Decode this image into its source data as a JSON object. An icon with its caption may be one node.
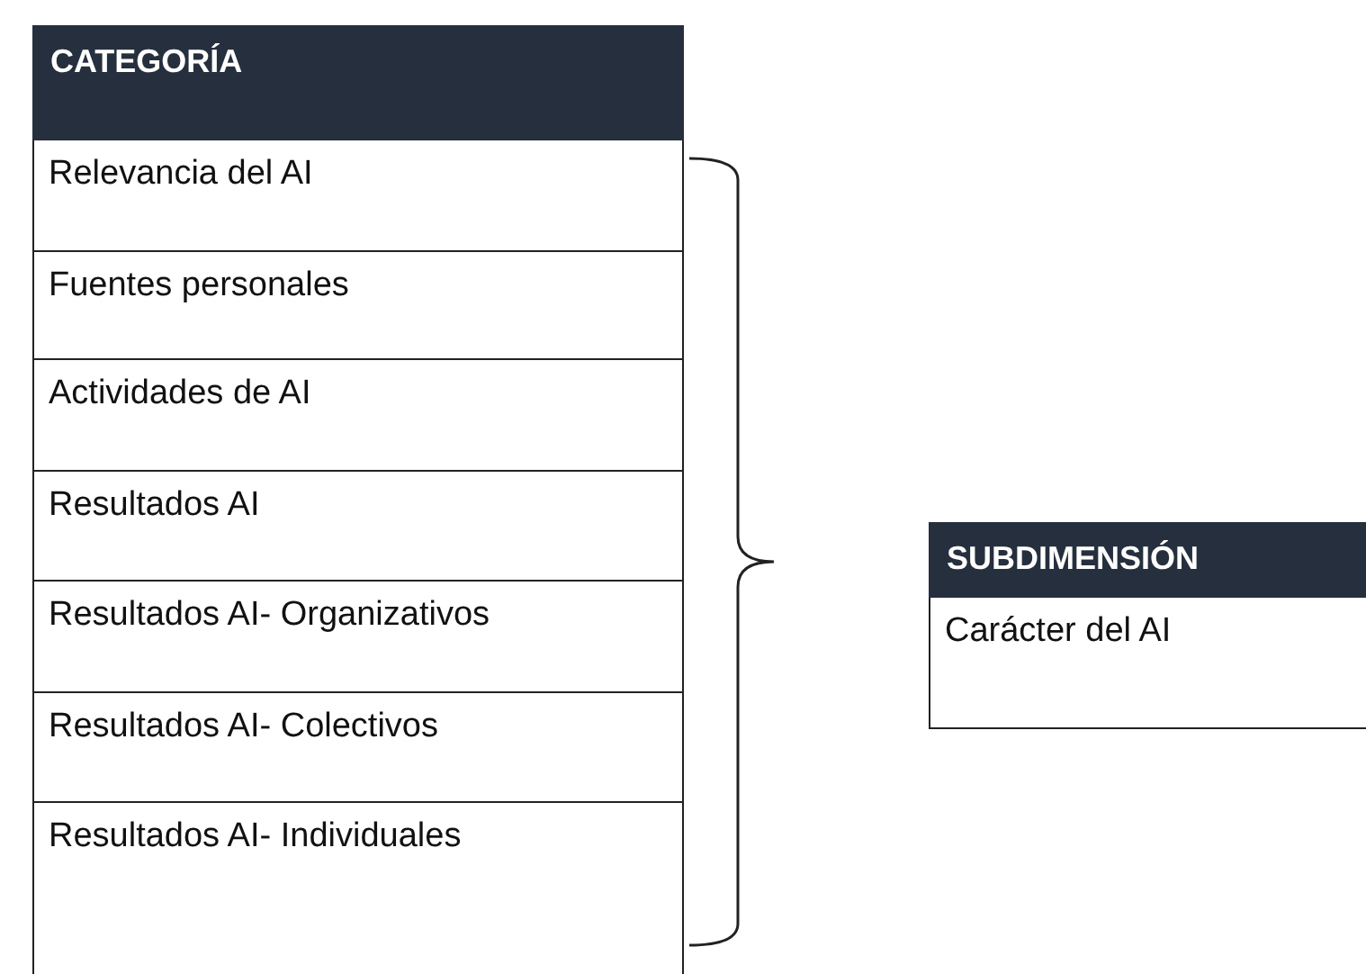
{
  "diagram": {
    "nodes": [
      {
        "text": [
          "CATEGORÍA"
        ]
      },
      {
        "text": [
          "Relevancia del AI"
        ]
      },
      {
        "text": [
          "Fuentes personales"
        ]
      },
      {
        "text": [
          "Actividades de AI"
        ]
      },
      {
        "text": [
          "Resultados AI"
        ]
      },
      {
        "text": [
          "Resultados AI- Organizativos"
        ]
      },
      {
        "text": [
          "Resultados AI- Colectivos"
        ]
      },
      {
        "text": [
          "Resultados AI- Individuales"
        ]
      },
      {
        "text": [
          "SUBDIMENSIÓN"
        ]
      },
      {
        "text": [
          "Carácter del AI"
        ]
      }
    ]
  }
}
